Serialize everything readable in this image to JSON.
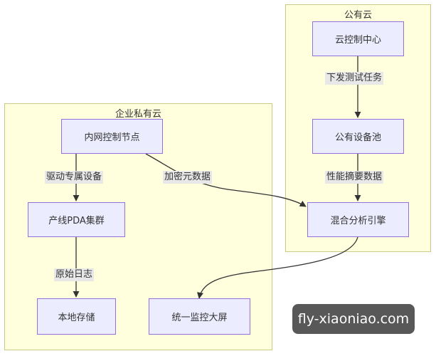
{
  "clusters": {
    "public_cloud": "公有云",
    "private_cloud": "企业私有云"
  },
  "nodes": {
    "cloud_control_center": "云控制中心",
    "public_device_pool": "公有设备池",
    "hybrid_analysis_engine": "混合分析引擎",
    "intranet_control_node": "内网控制节点",
    "production_pda_cluster": "产线PDA集群",
    "local_storage": "本地存储",
    "unified_monitoring_screen": "统一监控大屏"
  },
  "edges": {
    "dispatch_test_tasks": "下发测试任务",
    "performance_summary_data": "性能摘要数据",
    "drive_dedicated_devices": "驱动专属设备",
    "encrypted_metadata": "加密元数据",
    "raw_logs": "原始日志"
  },
  "watermark": "fly-xiaoniao.com",
  "colors": {
    "cluster_fill": "#ffffde",
    "cluster_border": "#c9c98a",
    "node_fill": "#ececff",
    "node_border": "#9370db",
    "edge": "#333333",
    "edge_label_bg": "#e8e8e8"
  }
}
